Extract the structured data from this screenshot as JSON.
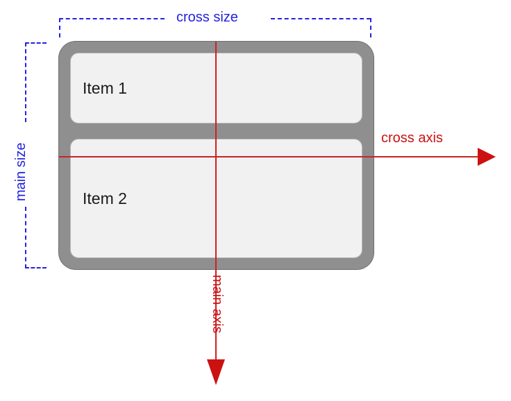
{
  "diagram": {
    "title": "flexbox main axis and cross axis (column direction)",
    "container": {
      "name": "flex-container",
      "items": [
        {
          "label": "Item 1"
        },
        {
          "label": "Item 2"
        }
      ]
    },
    "annotations": {
      "cross_size_label": "cross size",
      "main_size_label": "main size",
      "cross_axis_label": "cross axis",
      "main_axis_label": "main axis"
    },
    "colors": {
      "dimension_blue": "#2222dd",
      "axis_red": "#cc1111",
      "container_gray": "#8f8f8f",
      "item_background": "#f1f1f1",
      "item_border": "#b9b9b9",
      "text_black": "#1a1a1a",
      "page_background": "#ffffff"
    }
  }
}
